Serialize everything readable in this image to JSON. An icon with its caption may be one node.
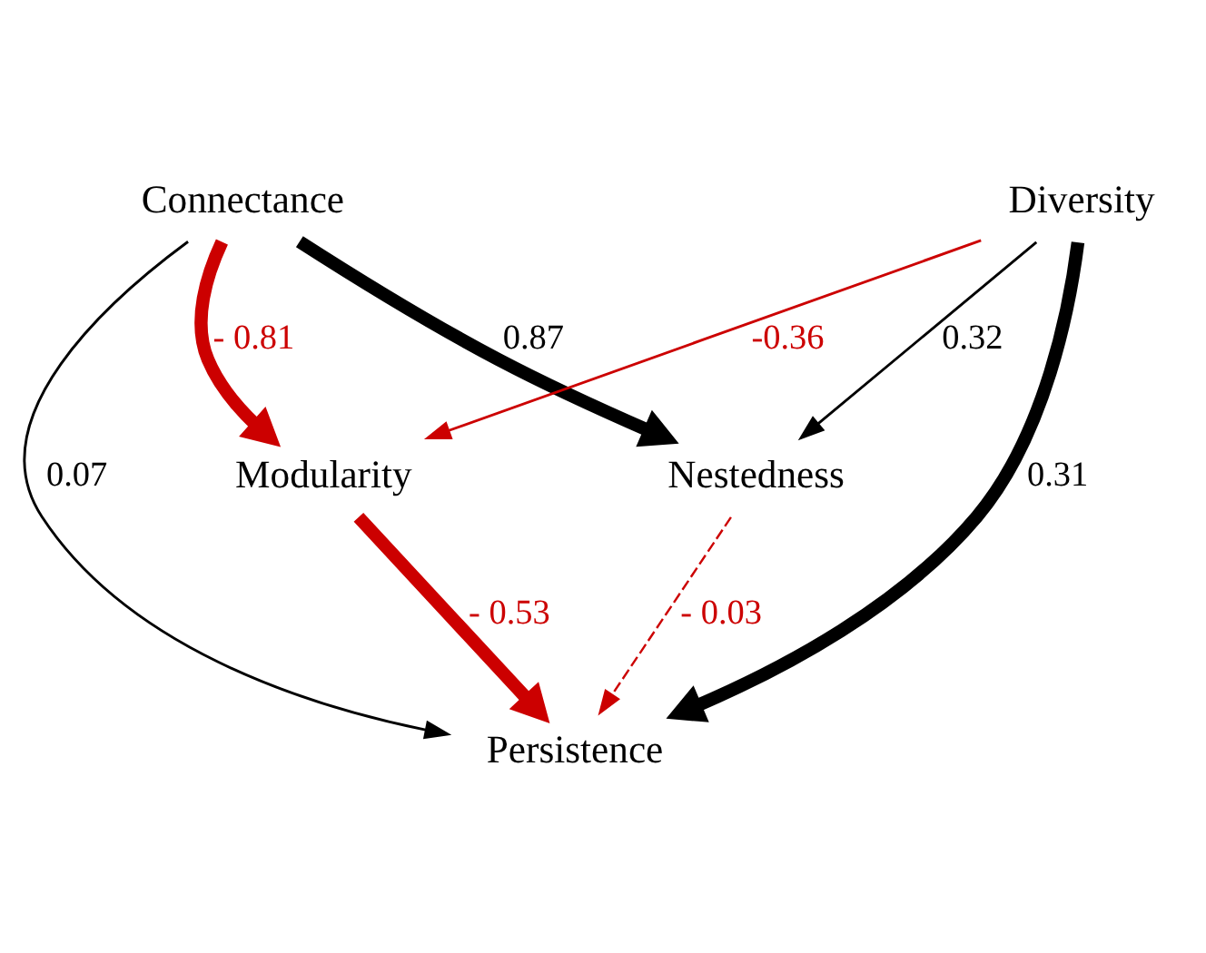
{
  "diagram": {
    "nodes": [
      {
        "text": [
          "Persistence"
        ]
      },
      {
        "text": [
          "Modularity"
        ]
      },
      {
        "text": [
          "Nestedness"
        ]
      },
      {
        "text": [
          "Connectance"
        ]
      },
      {
        "text": [
          "Diversity"
        ]
      }
    ],
    "edges": [
      {
        "from": 3,
        "to": 0,
        "arrow": "to",
        "label": "0.07"
      },
      {
        "from": 4,
        "to": 0,
        "arrow": "to",
        "label": "0.31",
        "style": "thick"
      },
      {
        "from": 1,
        "to": 0,
        "arrow": "to",
        "label": "- 0.53",
        "style": "thick",
        "color": "#cc0000"
      },
      {
        "from": 2,
        "to": 0,
        "arrow": "to",
        "label": "- 0.03",
        "style": "dashed",
        "color": "#cc0000"
      },
      {
        "from": 3,
        "to": 1,
        "arrow": "to",
        "label": "- 0.81",
        "style": "thick",
        "color": "#cc0000"
      },
      {
        "from": 3,
        "to": 2,
        "arrow": "to",
        "label": "0.87",
        "style": "thick"
      },
      {
        "from": 4,
        "to": 1,
        "arrow": "to",
        "label": "-0.36",
        "color": "#cc0000"
      },
      {
        "from": 4,
        "to": 2,
        "arrow": "to",
        "label": "0.32"
      }
    ]
  }
}
